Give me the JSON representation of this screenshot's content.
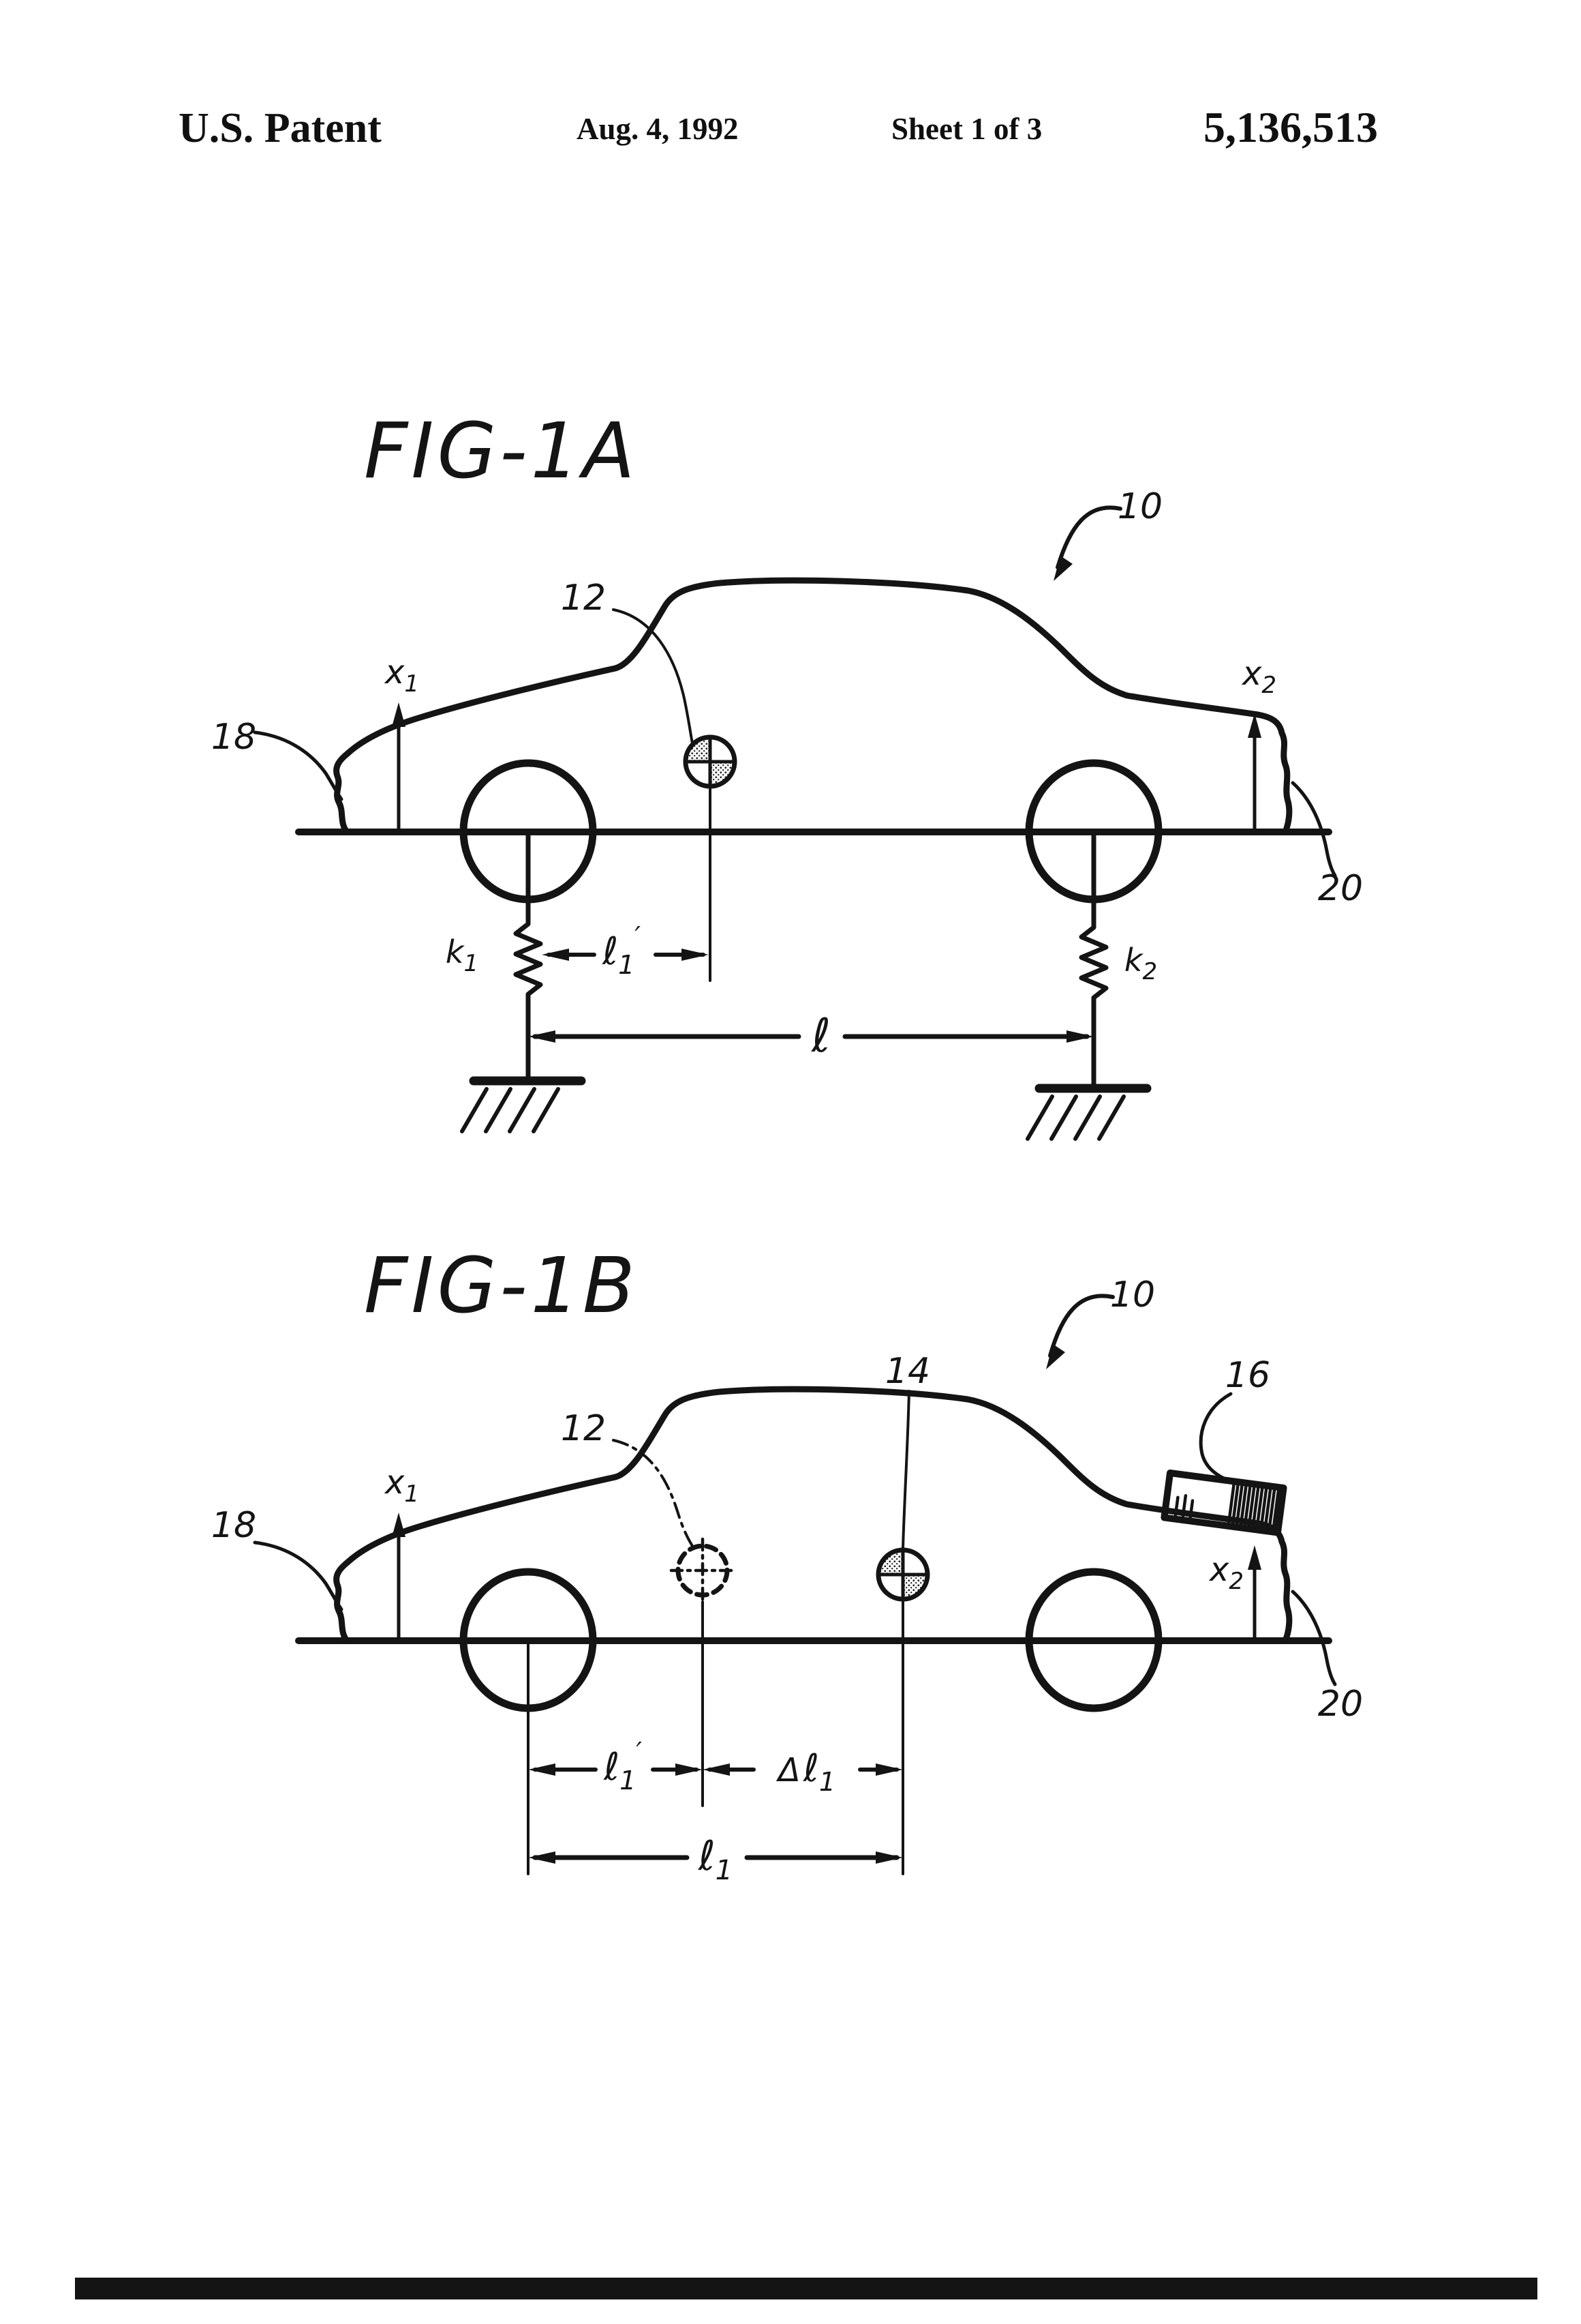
{
  "header": {
    "title": "U.S. Patent",
    "date": "Aug. 4, 1992",
    "sheet": "Sheet 1 of 3",
    "number": "5,136,513"
  },
  "colors": {
    "ink": "#141414",
    "paper": "#ffffff"
  },
  "fig_a": {
    "title": "FIG-1A",
    "ref_10": "10",
    "ref_12": "12",
    "ref_18": "18",
    "ref_20": "20",
    "x1": {
      "base": "x",
      "sub": "1"
    },
    "x2": {
      "base": "x",
      "sub": "2"
    },
    "k1": {
      "base": "k",
      "sub": "1"
    },
    "k2": {
      "base": "k",
      "sub": "2"
    },
    "dim_l1_prime": {
      "base": "ℓ",
      "sub": "1",
      "prime": "′"
    },
    "dim_l": {
      "base": "ℓ"
    }
  },
  "fig_b": {
    "title": "FIG-1B",
    "ref_10": "10",
    "ref_12": "12",
    "ref_14": "14",
    "ref_16": "16",
    "ref_18": "18",
    "ref_20": "20",
    "x1": {
      "base": "x",
      "sub": "1"
    },
    "x2": {
      "base": "x",
      "sub": "2"
    },
    "dim_l1_prime": {
      "base": "ℓ",
      "sub": "1",
      "prime": "′"
    },
    "dim_delta_l1": {
      "delta": "Δ",
      "base": "ℓ",
      "sub": "1"
    },
    "dim_l1": {
      "base": "ℓ",
      "sub": "1"
    }
  }
}
